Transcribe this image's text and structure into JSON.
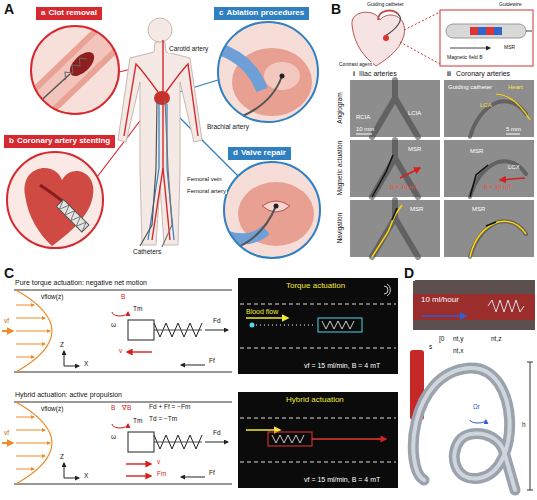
{
  "diagram": {
    "nodes": [
      {
        "text": [
          "a",
          "Clot removal"
        ]
      },
      {
        "text": [
          "b",
          "Coronary artery stenting"
        ]
      },
      {
        "text": [
          "c",
          "Ablation procedures"
        ]
      },
      {
        "text": [
          "d",
          "Valve repair"
        ]
      },
      {
        "text": [
          "RCIA",
          "LCIA",
          "10 mm"
        ]
      },
      {
        "text": [
          "Guiding catheter",
          "Heart",
          "LCA",
          "5 mm"
        ]
      },
      {
        "text": [
          "MSR",
          "B = 10 mT"
        ]
      },
      {
        "text": [
          "MSR",
          "LCX",
          "B = 10 mT"
        ]
      },
      {
        "text": [
          "MSR"
        ]
      },
      {
        "text": [
          "MSR"
        ]
      },
      {
        "text": [
          "Torque actuation",
          "Blood flow",
          "vf = 15 ml/min, B = 4 mT"
        ]
      },
      {
        "text": [
          "Hybrid actuation",
          "vf = 15 ml/min, B = 4 mT"
        ]
      },
      {
        "text": [
          "10 ml/hour"
        ]
      }
    ],
    "labels": [
      "A",
      "Carotid artery",
      "Brachial artery",
      "Femoral vein",
      "Femoral artery",
      "Catheters",
      "B",
      "Guiding catheter",
      "Contrast agent",
      "Guidewire",
      "MSR",
      "Magnetic field B",
      "i",
      "Iliac arteries",
      "ii",
      "Coronary arteries",
      "Angiogram",
      "Magnetic actuation",
      "Navigation",
      "C",
      "Pure torque actuation: negative net motion",
      "vflow(z)",
      "B",
      "Z",
      "X",
      "vf",
      "ω",
      "v",
      "Tm",
      "Fd",
      "Ff",
      "Hybrid actuation: active propulsion",
      "vflow(z)",
      "B",
      "∇B",
      "Fd + Ff = −Fm",
      "Td = −Tm",
      "Z",
      "X",
      "vf",
      "ω",
      "v",
      "Tm",
      "Fm",
      "Fd",
      "Ff",
      "D",
      "s",
      "h",
      "[0",
      "nt,y",
      "nt,z",
      "nt,x",
      "Ωr"
    ]
  }
}
